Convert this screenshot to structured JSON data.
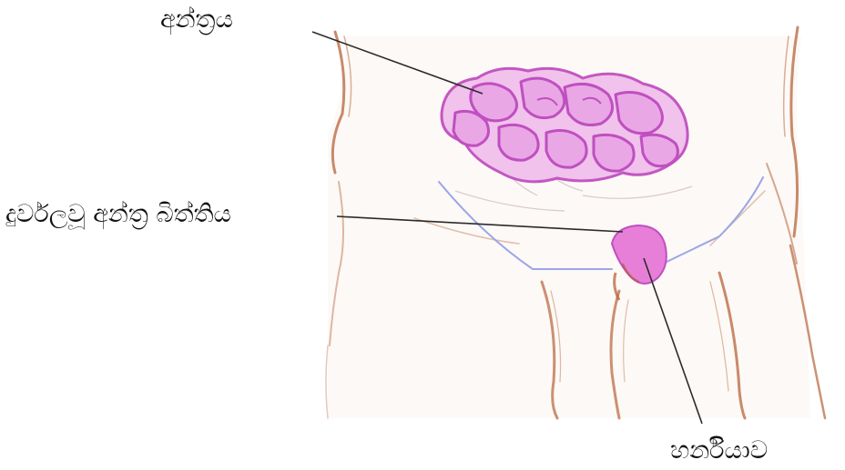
{
  "labels": {
    "intestine": "අන්ත්‍රය",
    "weak_wall": "දුර්වලවූ අන්ත්‍ර බිත්තිය",
    "hernia": "හර්නියාව"
  },
  "colors": {
    "skin_outline": "#b5643a",
    "intestine_fill": "#e9a7e6",
    "intestine_stroke": "#c04fc0",
    "hernia_fill": "#e77fd9",
    "leader_line": "#2b2b2b",
    "abdominal_line": "#9aa6e8"
  }
}
